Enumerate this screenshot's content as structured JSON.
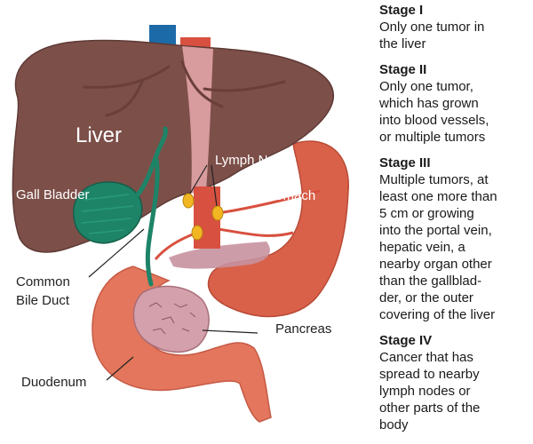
{
  "labels": {
    "liver": "Liver",
    "lymph_nodes": "Lymph Nodes",
    "gall_bladder": "Gall Bladder",
    "stomach": "Stomach",
    "common_bile_duct_line1": "Common",
    "common_bile_duct_line2": "Bile Duct",
    "pancreas": "Pancreas",
    "duodenum": "Duodenum"
  },
  "colors": {
    "liver": "#7d4f49",
    "stomach": "#d9614a",
    "duodenum": "#e3765c",
    "gall_bladder": "#1e8468",
    "pancreas": "#d4a0ab",
    "vena_cava": "#1c6aa8",
    "aorta": "#d8503f",
    "lymph_node": "#f2b623"
  },
  "stages": [
    {
      "title": "Stage I",
      "description": "Only one tumor in\nthe liver"
    },
    {
      "title": "Stage II",
      "description": "Only one tumor,\nwhich has grown\ninto blood vessels,\nor multiple tumors"
    },
    {
      "title": "Stage III",
      "description": "Multiple tumors, at\nleast one more than\n5 cm or growing\ninto the portal vein,\nhepatic vein, a\nnearby organ other\nthan the gallblad-\nder, or the outer\ncovering of the liver"
    },
    {
      "title": "Stage IV",
      "description": "Cancer that has\nspread to nearby\nlymph nodes or\nother parts of the\nbody"
    }
  ]
}
